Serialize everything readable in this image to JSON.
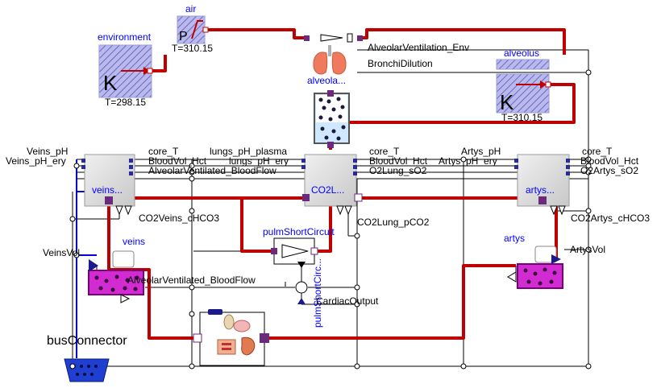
{
  "colors": {
    "fluid": "#c00000",
    "signal": "#000000",
    "bus": "#0000cc",
    "hatch": "#7f7fd5",
    "port": "#6b2a7a",
    "blood": "#d22bd2"
  },
  "components": {
    "environment": {
      "name": "environment",
      "symbol": "K",
      "temp": "T=298.15"
    },
    "air": {
      "name": "air",
      "symbol": "P",
      "temp": "T=310.15"
    },
    "alveolus": {
      "name": "alveolus",
      "symbol": "K",
      "temp": "T=310.15"
    },
    "alveolar_unit": {
      "name": "alveola..."
    },
    "veins_unit": {
      "name": "veins..."
    },
    "lungs_unit": {
      "name": "CO2L..."
    },
    "artys_unit": {
      "name": "artys..."
    },
    "veins": {
      "name": "veins"
    },
    "artys": {
      "name": "artys"
    },
    "pulm_short_circuit": {
      "name": "pulmShortCircuit"
    },
    "pulm_short_circ_vertical": {
      "name": "pulmShortCirc..."
    },
    "bus_connector": {
      "name": "busConnector"
    }
  },
  "signals": {
    "alveolar_ventilation_env": "AlveolarVentilation_Env",
    "bronchi_dilution": "BronchiDilution",
    "veins_ph": "Veins_pH",
    "veins_ph_ery": "Veins_pH_ery",
    "core_t_left": "core_T",
    "blood_vol_hct_left": "BloodVol_Hct",
    "alveolar_ventilated_bloodflow_top": "AlveolarVentilated_BloodFlow",
    "lungs_ph_plasma": "lungs_pH_plasma",
    "lungs_ph_ery": "lungs_pH_ery",
    "core_t_right": "core_T",
    "blood_vol_hct_mid": "BloodVol_Hct",
    "o2lung_so2": "O2Lung_sO2",
    "artys_ph": "Artys_pH",
    "artys_ph_ery": "Artys_pH_ery",
    "core_t_far": "core_T",
    "blood_vol_hct_far": "BloodVol_Hct",
    "o2artys_so2": "O2Artys_sO2",
    "co2veins_chco3": "CO2Veins_cHCO3",
    "co2lung_pco2": "CO2Lung_pCO2",
    "co2artys_chco3": "CO2Artys_cHCO3",
    "veins_vol": "VeinsVol",
    "artys_vol": "ArtysVol",
    "alveolar_ventilated_bloodflow": "AlveolarVentilated_BloodFlow",
    "cardiac_output": "CardiacOutput"
  }
}
